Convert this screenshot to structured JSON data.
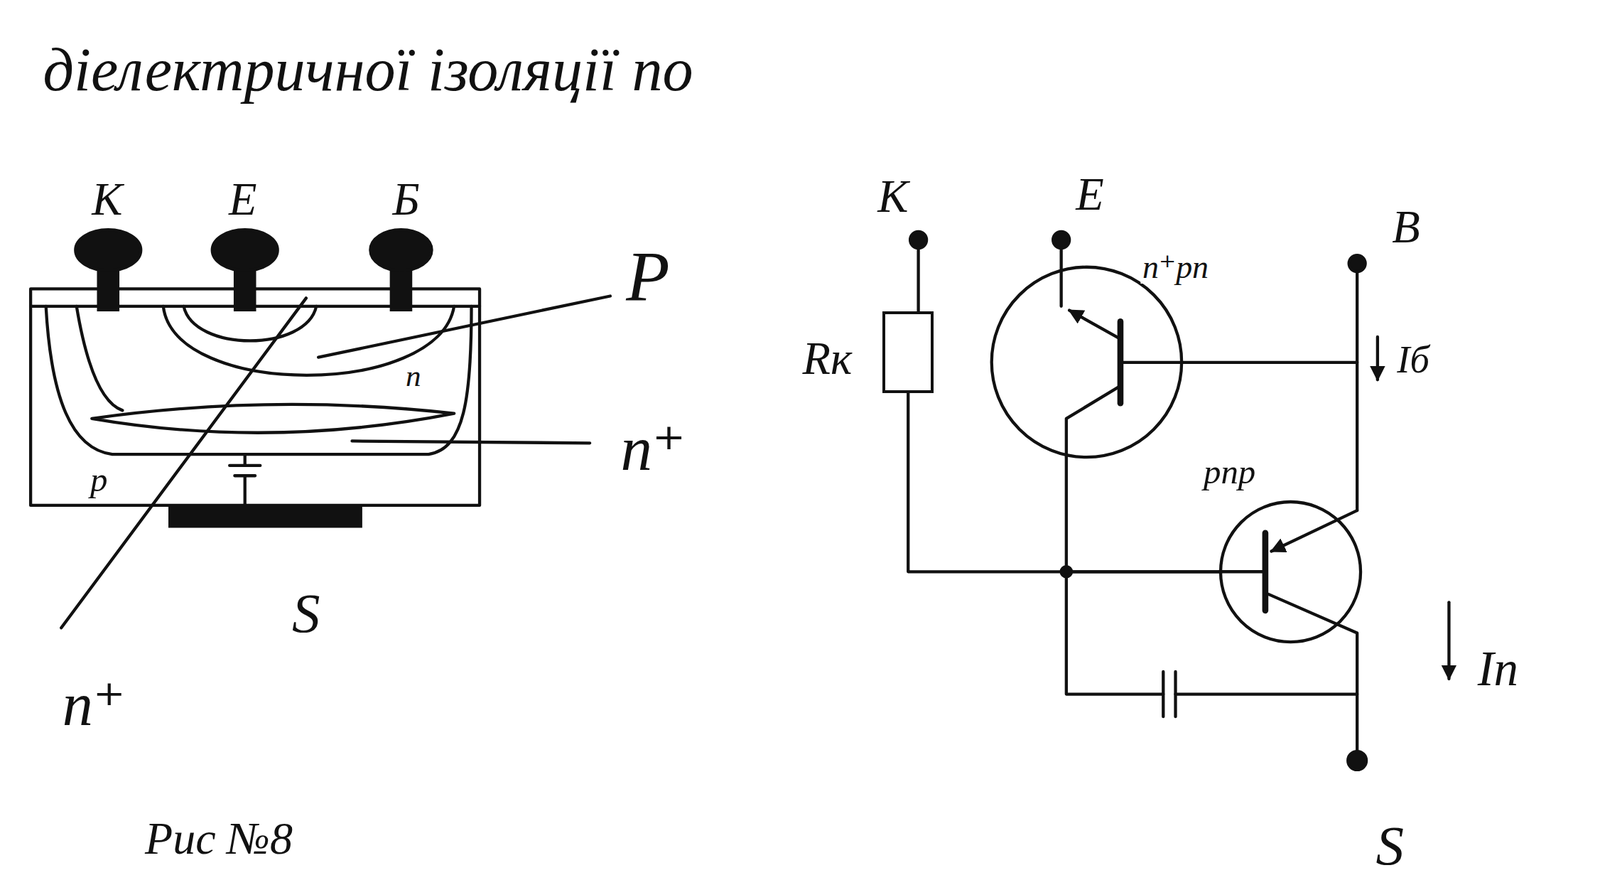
{
  "diagram": {
    "caption": "Рис №8",
    "nodes": [
      {
        "text": [
          "Rк"
        ]
      },
      {
        "text": [
          "n⁺pn"
        ]
      },
      {
        "text": [
          "pnp"
        ]
      }
    ],
    "edges": [
      {
        "from": 0,
        "to": 2,
        "arrow": "none"
      },
      {
        "from": 1,
        "to": 2,
        "arrow": "none"
      }
    ],
    "labels": [
      "діелектричної ізоляції по",
      "К",
      "Е",
      "Б",
      "P",
      "n",
      "n⁺",
      "p",
      "n⁺",
      "S",
      "К",
      "Е",
      "B",
      "Iб",
      "Iп",
      "S"
    ]
  }
}
